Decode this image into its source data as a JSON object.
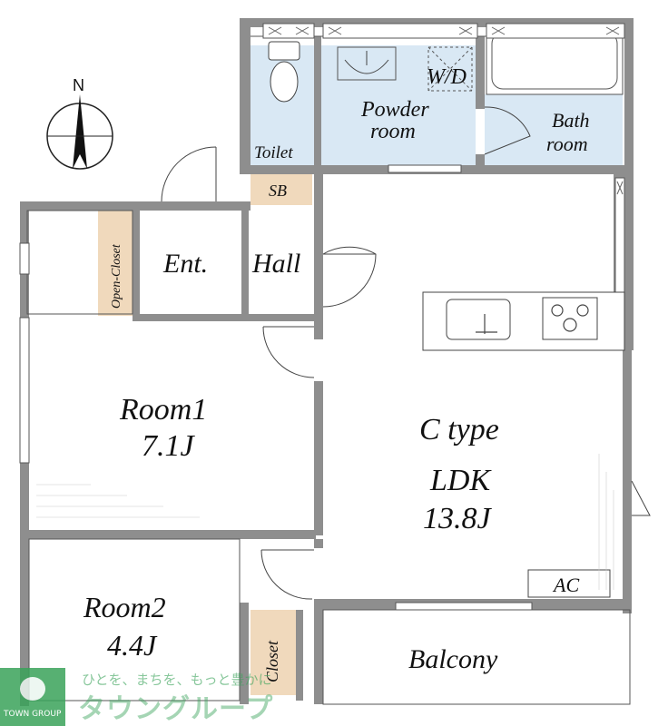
{
  "compass": {
    "north_label": "N"
  },
  "rooms": {
    "toilet": "Toilet",
    "wd": "W/D",
    "powder_line1": "Powder",
    "powder_line2": "room",
    "bath_line1": "Bath",
    "bath_line2": "room",
    "sb": "SB",
    "open_closet": "Open-Closet",
    "entrance": "Ent.",
    "hall": "Hall",
    "room1_name": "Room1",
    "room1_size": "7.1J",
    "ldk_type": "C type",
    "ldk_name": "LDK",
    "ldk_size": "13.8J",
    "ac": "AC",
    "room2_name": "Room2",
    "room2_size": "4.4J",
    "closet": "Closet",
    "balcony": "Balcony"
  },
  "watermark": {
    "tagline": "ひとを、まちを、もっと豊かに",
    "brand": "タウングループ",
    "logo_text": "TOWN GROUP"
  },
  "colors": {
    "wall": "#8e8e8e",
    "wet_area": "#d9e8f4",
    "storage": "#f0d9bc",
    "watermark_green": "#3aa35a"
  }
}
